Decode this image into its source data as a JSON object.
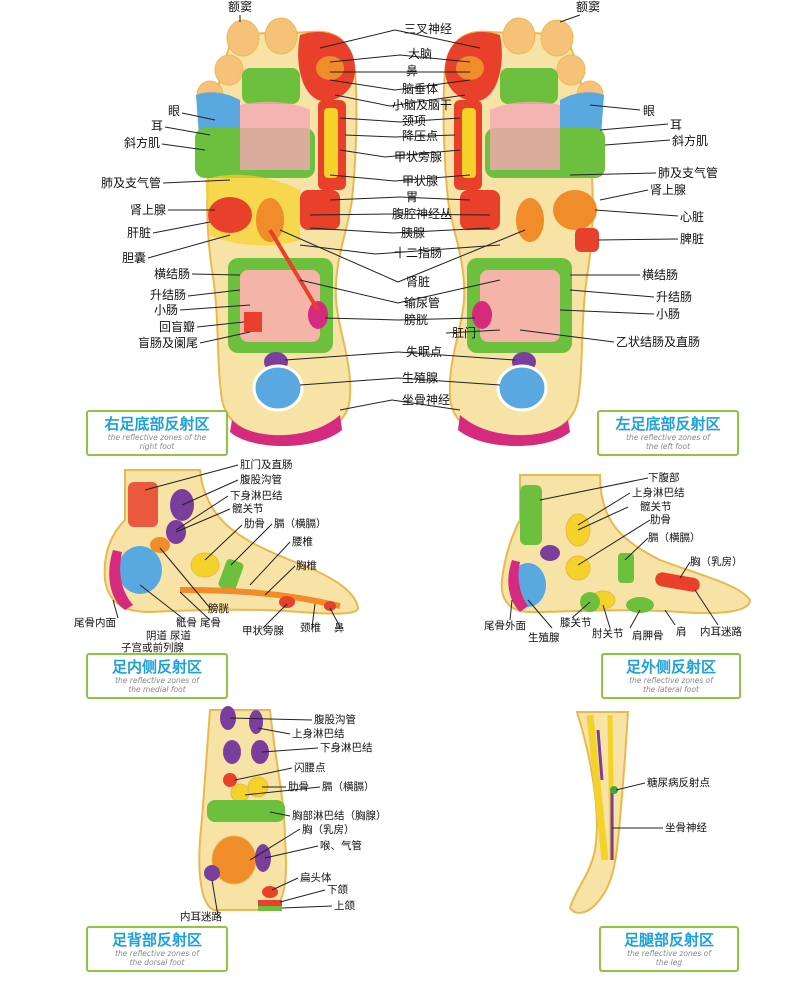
{
  "colors": {
    "caption_border": "#8cc63f",
    "caption_title": "#1ea0d8",
    "caption_english": "#888888",
    "sole": "#f7e3a6",
    "sole_dark": "#e9b94f",
    "green": "#6dbf3e",
    "red": "#e8402a",
    "magenta": "#d62a7e",
    "orange": "#f08c2a",
    "purple": "#7a3e9d",
    "blue": "#5aa8e0",
    "leader": "#222222"
  },
  "right_foot_labels": {
    "e1": "额窦",
    "e2": "眼",
    "e3": "耳",
    "e4": "斜方肌",
    "e5": "肺及支气管",
    "e6": "肾上腺",
    "e7": "肝脏",
    "e8": "胆囊",
    "e9": "横结肠",
    "e10": "升结肠",
    "e11": "小肠",
    "e12": "回盲瓣",
    "e13": "盲肠及阑尾"
  },
  "center_labels": {
    "c1": "三叉神经",
    "c2": "大脑",
    "c3": "鼻",
    "c4": "脑垂体",
    "c5": "小脑及脑干",
    "c6": "颈项",
    "c7": "降压点",
    "c8": "甲状旁腺",
    "c9": "甲状腺",
    "c10": "胃",
    "c11": "腹腔神经丛",
    "c12": "胰腺",
    "c13": "十二指肠",
    "c14": "肾脏",
    "c15": "输尿管",
    "c16": "膀胱",
    "c17": "肛门",
    "c18": "失眠点",
    "c19": "生殖腺",
    "c20": "坐骨神经"
  },
  "left_foot_labels": {
    "l1": "额窦",
    "l2": "眼",
    "l3": "耳",
    "l4": "斜方肌",
    "l5": "肺及支气管",
    "l6": "肾上腺",
    "l7": "心脏",
    "l8": "脾脏",
    "l9": "横结肠",
    "l10": "升结肠",
    "l11": "小肠",
    "l12": "乙状结肠及直肠"
  },
  "medial_labels": {
    "m1": "肛门及直肠",
    "m2": "腹股沟管",
    "m3": "下身淋巴结",
    "m4": "髋关节",
    "m5": "肋骨",
    "m6": "膈（横膈）",
    "m7": "腰椎",
    "m8": "胸椎",
    "m9": "尾骨内面",
    "m10": "膀胱",
    "m11": "骶骨",
    "m12": "尾骨",
    "m13": "阴道",
    "m14": "尿道",
    "m15": "子宫或前列腺",
    "m16": "甲状旁腺",
    "m17": "颈椎",
    "m18": "鼻"
  },
  "lateral_labels": {
    "a1": "下腹部",
    "a2": "上身淋巴结",
    "a3": "髋关节",
    "a4": "肋骨",
    "a5": "膈（横膈）",
    "a6": "胸（乳房）",
    "a7": "尾骨外面",
    "a8": "生殖腺",
    "a9": "膝关节",
    "a10": "肩胛骨",
    "a11": "肩",
    "a12": "肘关节",
    "a13": "内耳迷路"
  },
  "dorsal_labels": {
    "d1": "腹股沟管",
    "d2": "上身淋巴结",
    "d3": "下身淋巴结",
    "d4": "闪腰点",
    "d5": "肋骨",
    "d6": "膈（横膈）",
    "d7": "胸部淋巴结（胸腺）",
    "d8": "胸（乳房）",
    "d9": "喉、气管",
    "d10": "扁头体",
    "d11": "下颌",
    "d12": "上颌",
    "d13": "内耳迷路"
  },
  "leg_labels": {
    "g1": "糖尿病反射点",
    "g2": "坐骨神经"
  },
  "captions": {
    "right_sole": {
      "title": "右足底部反射区",
      "en1": "the reflective zones of the",
      "en2": "right foot"
    },
    "left_sole": {
      "title": "左足底部反射区",
      "en1": "the reflective zones of",
      "en2": "the left foot"
    },
    "medial": {
      "title": "足内侧反射区",
      "en1": "the reflective zones of",
      "en2": "the medial foot"
    },
    "lateral": {
      "title": "足外侧反射区",
      "en1": "the reflective zones of",
      "en2": "the lateral foot"
    },
    "dorsal": {
      "title": "足背部反射区",
      "en1": "the reflective zones of",
      "en2": "the dorsal foot"
    },
    "leg": {
      "title": "足腿部反射区",
      "en1": "the reflective zones of",
      "en2": "the leg"
    }
  }
}
